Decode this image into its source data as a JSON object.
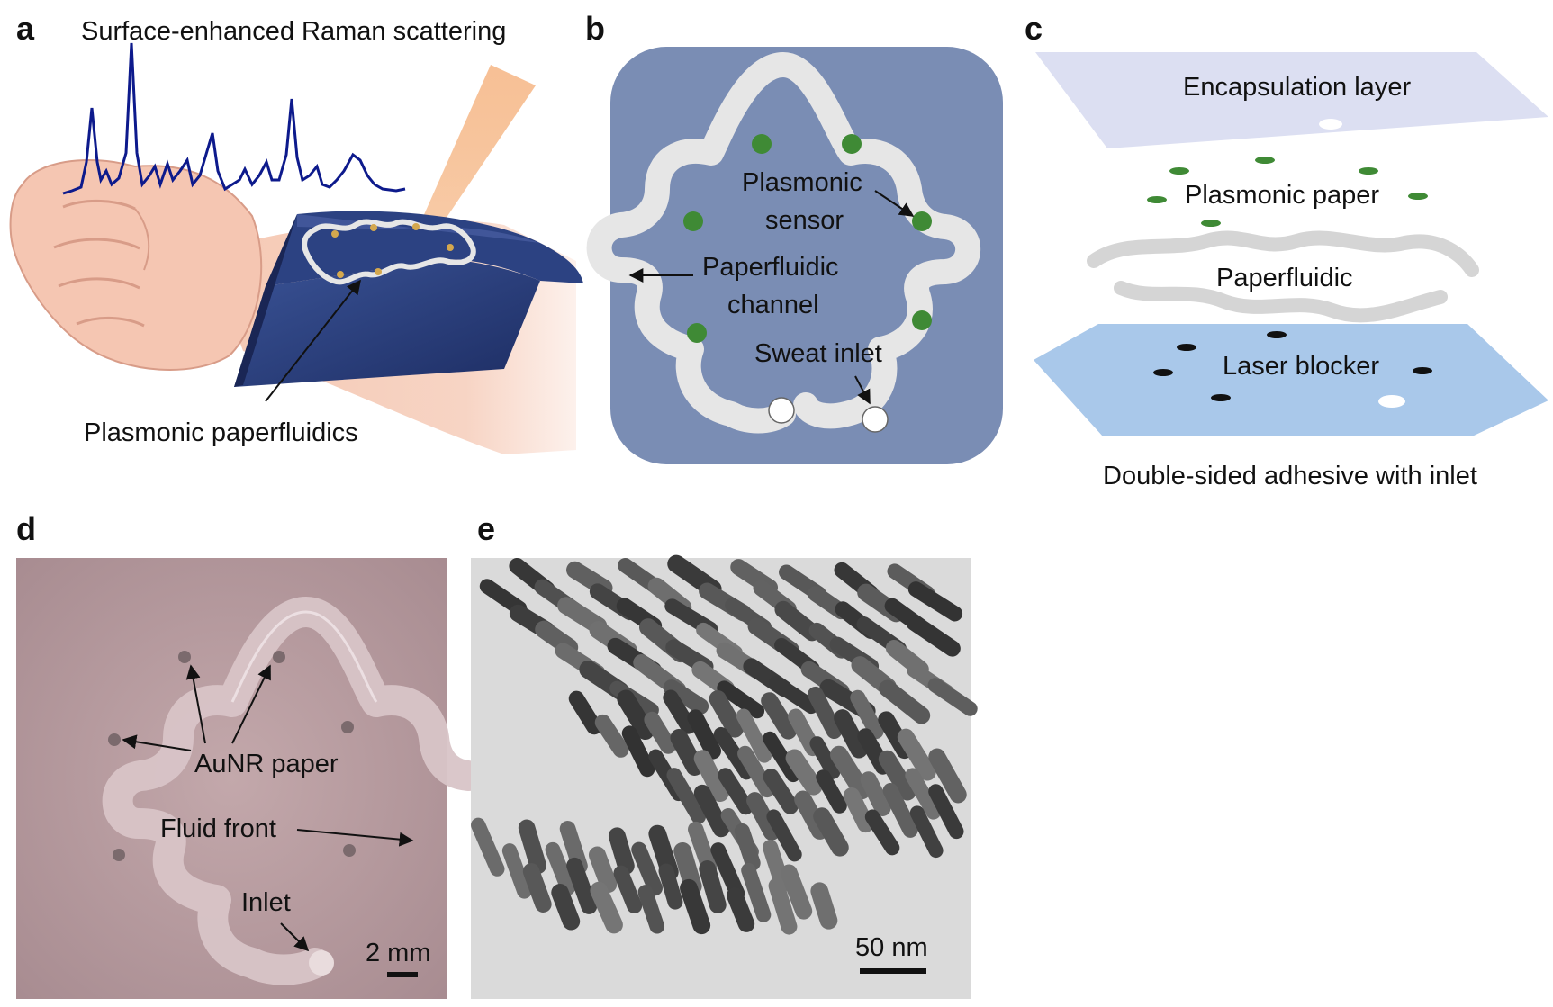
{
  "panels": {
    "a": {
      "letter": "a",
      "title": "Surface-enhanced Raman scattering",
      "label": "Plasmonic paperfluidics"
    },
    "b": {
      "letter": "b",
      "sensor_label_1": "Plasmonic",
      "sensor_label_2": "sensor",
      "channel_label_1": "Paperfluidic",
      "channel_label_2": "channel",
      "inlet_label": "Sweat inlet"
    },
    "c": {
      "letter": "c",
      "layer_top": "Encapsulation layer",
      "layer_paper": "Plasmonic paper",
      "layer_fluidic": "Paperfluidic",
      "layer_blocker": "Laser blocker",
      "layer_bottom": "Double-sided adhesive with inlet"
    },
    "d": {
      "letter": "d",
      "aunr_label": "AuNR paper",
      "front_label": "Fluid front",
      "inlet_label": "Inlet",
      "scale": "2 mm"
    },
    "e": {
      "letter": "e",
      "scale": "50 nm"
    }
  },
  "colors": {
    "spectrum": "#0d1a8c",
    "device_bg": "#7a8db4",
    "channel": "#e6e6e6",
    "sensor_dot": "#3f8a35",
    "encap_layer": "#dcdff2",
    "adhesive_layer": "#a9c8ea",
    "photo_bg": "#b59a9e",
    "tem_bg": "#d9d9d9"
  },
  "icons": [
    "hand-illustration",
    "laser-beam",
    "flexible-patch",
    "arrow"
  ]
}
